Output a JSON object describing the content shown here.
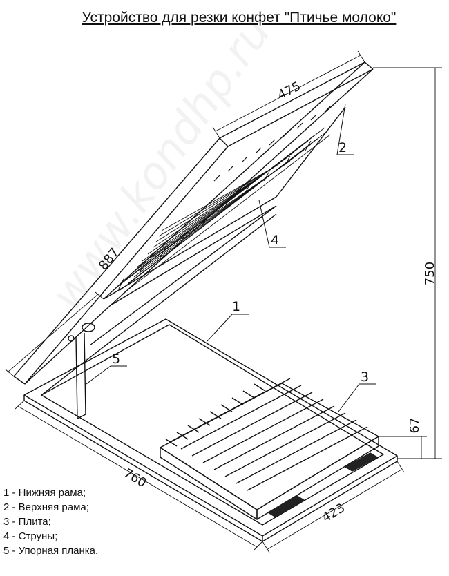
{
  "title": "Устройство для резки конфет \"Птичье молоко\"",
  "watermark": "www.kondhp.ru",
  "dimensions": {
    "top_width": "475",
    "frame_length": "887",
    "height": "750",
    "base_length": "760",
    "base_width": "423",
    "plate_height": "67"
  },
  "callouts": [
    "1",
    "2",
    "3",
    "4",
    "5"
  ],
  "legend": [
    "1 - Нижняя рама;",
    "2 - Верхняя рама;",
    "3 - Плита;",
    "4 - Струны;",
    "5 - Упорная планка."
  ]
}
